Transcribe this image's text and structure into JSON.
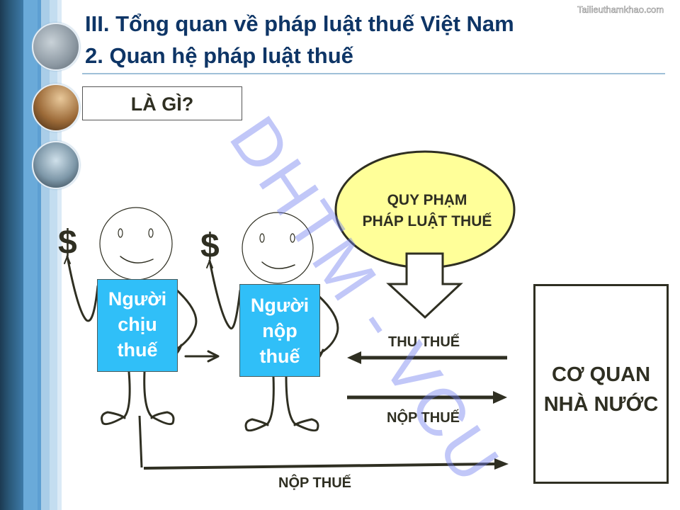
{
  "watermark_site": "Tailieuthamkhao.com",
  "header": {
    "title_line1": "III. Tổng quan về pháp luật thuế Việt Nam",
    "title_line2": "2. Quan hệ pháp luật thuế"
  },
  "question_box": {
    "label": "LÀ GÌ?"
  },
  "diagram": {
    "figure1": {
      "symbol": "$",
      "shirt_lines": [
        "Người",
        "chịu",
        "thuế"
      ]
    },
    "figure2": {
      "symbol": "$",
      "shirt_lines": [
        "Người",
        "nộp",
        "thuế"
      ]
    },
    "law_bubble": {
      "line1": "QUY PHẠM",
      "line2": "PHÁP LUẬT THUẾ"
    },
    "arrows": {
      "collect_label": "THU THUẾ",
      "pay_label_middle": "NỘP THUẾ",
      "pay_label_bottom": "NỘP THUẾ"
    },
    "government_box": {
      "line1": "CƠ QUAN",
      "line2": "NHÀ NƯỚC"
    }
  },
  "overlay_watermark": "DHTM - VCU",
  "colors": {
    "title": "#0e3566",
    "shirt": "#30bff8",
    "bubble": "#ffff99",
    "ink": "#2f2f22",
    "watermark": "#6e7cf0"
  }
}
